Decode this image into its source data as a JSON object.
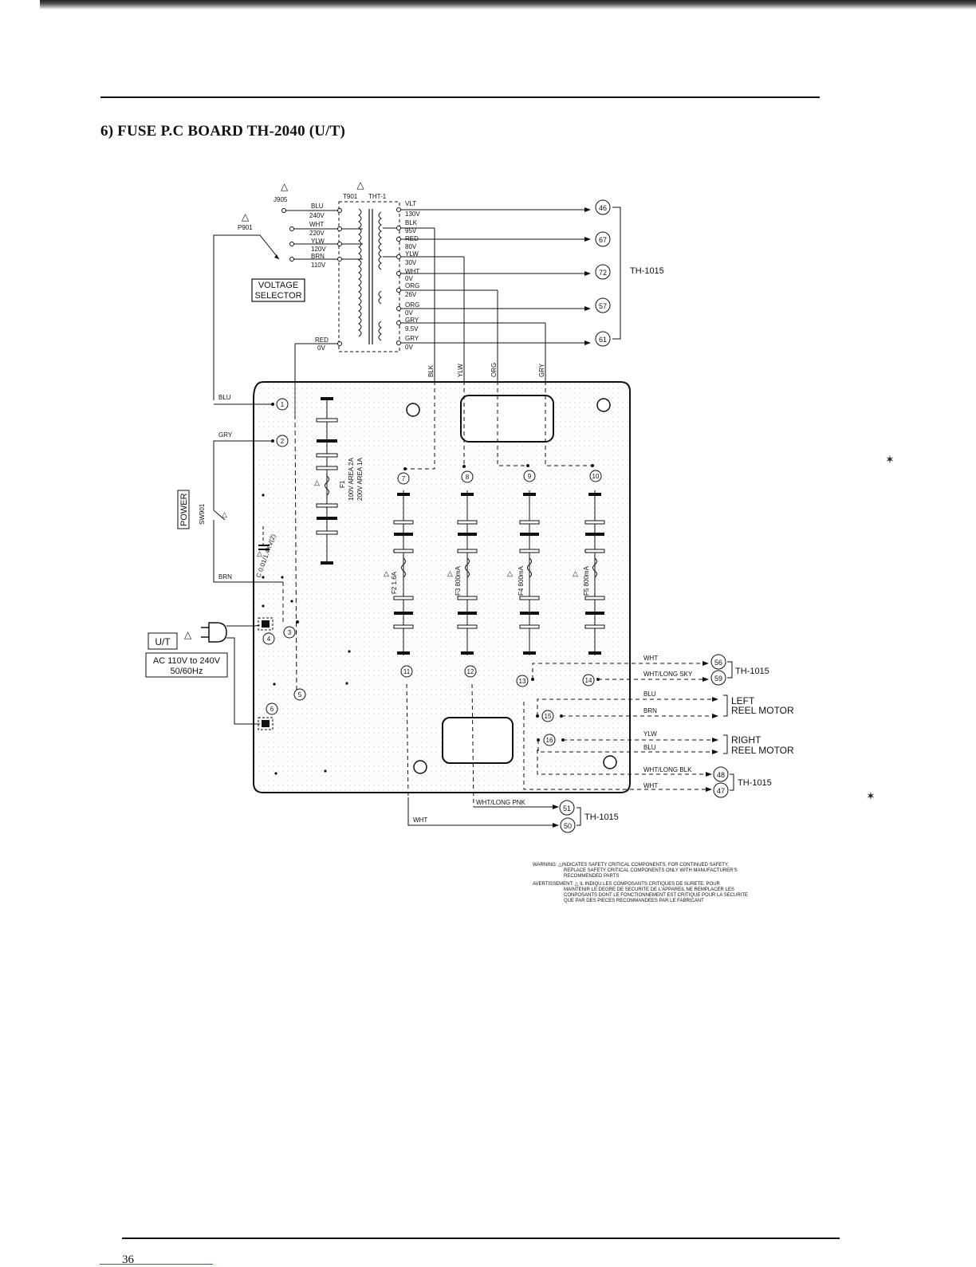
{
  "header": {
    "title": "6) FUSE P.C BOARD TH-2040 (U/T)"
  },
  "transformer": {
    "ref": "T901",
    "part": "THT-1"
  },
  "connectors": {
    "j905": "J905",
    "p901": "P901"
  },
  "primary_taps": [
    "BLU",
    "240V",
    "WHT",
    "220V",
    "YLW",
    "120V",
    "BRN",
    "110V"
  ],
  "secondary_taps": [
    "VLT",
    "130V",
    "BLK",
    "95V",
    "RED",
    "80V",
    "YLW",
    "30V",
    "WHT",
    "0V",
    "ORG",
    "26V",
    "ORG",
    "0V",
    "GRY",
    "9.5V",
    "GRY",
    "0V"
  ],
  "common": {
    "red": "RED",
    "zero": "0V"
  },
  "voltage_selector": {
    "line1": "VOLTAGE",
    "line2": "SELECTOR"
  },
  "th1015": "TH-1015",
  "outputs_top": [
    "46",
    "67",
    "72",
    "57",
    "61"
  ],
  "vertical_wires": [
    "BLK",
    "YLW",
    "ORG",
    "GRY"
  ],
  "board_pins": [
    "1",
    "2",
    "3",
    "4",
    "5",
    "6",
    "7",
    "8",
    "9",
    "10",
    "11",
    "12",
    "13",
    "14",
    "15",
    "16"
  ],
  "wire_labels_left": {
    "blu": "BLU",
    "gry": "GRY",
    "brn": "BRN"
  },
  "power": {
    "label": "POWER",
    "switch": "SW901"
  },
  "plug": {
    "region": "U/T",
    "rating1": "AC 110V to 240V",
    "rating2": "50/60Hz"
  },
  "capacitor": {
    "label": "C 0.01/1.4KV(2)"
  },
  "fuses": {
    "f1_name": "F1",
    "f1_line1": "100V AREA 2A",
    "f1_line2": "200V AREA 1A",
    "f2": "F2 1.6A",
    "f3": "F3 800mA",
    "f4": "F4 800mA",
    "f5": "F5 800mA"
  },
  "right_wires": {
    "wht": "WHT",
    "wht_long_sky": "WHT/LONG SKY",
    "blu": "BLU",
    "brn": "BRN",
    "ylw": "YLW",
    "blu2": "BLU",
    "wht_long_blk": "WHT/LONG BLK",
    "wht2": "WHT",
    "wht_long_pnk": "WHT/LONG PNK",
    "wht3": "WHT"
  },
  "outputs_right": [
    "56",
    "59",
    "48",
    "47"
  ],
  "outputs_bottom": [
    "51",
    "50"
  ],
  "motors": {
    "left1": "LEFT",
    "left2": "REEL MOTOR",
    "right1": "RIGHT",
    "right2": "REEL MOTOR"
  },
  "warning": [
    "WARNING: △INDICATES SAFETY CRITICAL COMPONENTS. FOR CONTINUED SAFETY,",
    "REPLACE SAFETY CRITICAL COMPONENTS ONLY WITH MANUFACTURER'S",
    "RECOMMENDED PARTS",
    "AVERTISSEMENT: △ IL INDIQU LES COMPOSANTS CRITIQUES DE SURETE. POUR",
    "MAINTENIR LE DEGRE DE SECURITE DE L'APPAREIL NE REMPLACER LES",
    "CONPOSANTS DONT LE FONCTIONNEMENT EST CRITIQUE POUR LA SECURITE",
    "QUE PAR DES PIECES RECOMMANDEES PAR LE FABRICANT"
  ],
  "footer": {
    "page_number": "36"
  }
}
